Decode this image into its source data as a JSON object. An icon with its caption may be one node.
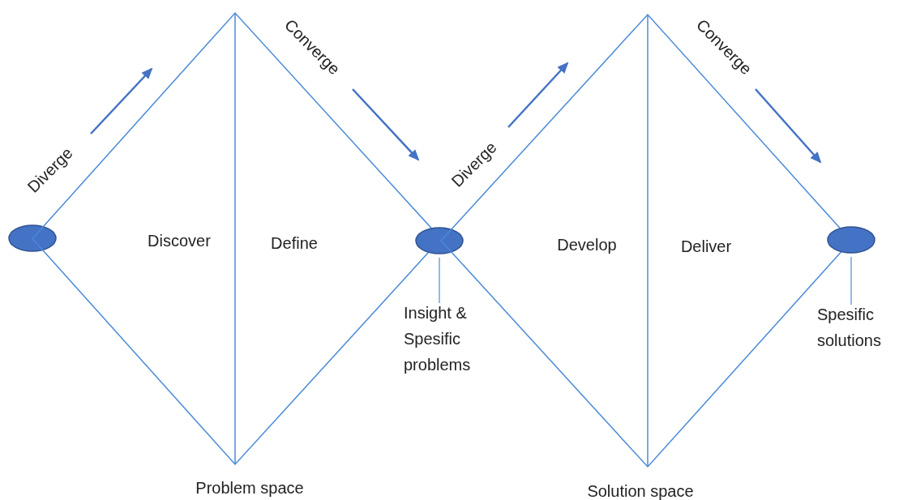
{
  "diagram": {
    "nodes": [
      {
        "text": [],
        "shape": "circle"
      },
      {
        "text": [
          "Discover",
          "Define"
        ],
        "beside": [
          "Problem space"
        ]
      },
      {
        "text": [],
        "shape": "circle"
      },
      {
        "text": [
          "Insight & Spesific problems"
        ]
      },
      {
        "text": [
          "Develop",
          "Deliver"
        ],
        "beside": [
          "Solution space"
        ]
      },
      {
        "text": [],
        "shape": "circle"
      },
      {
        "text": [
          "Spesific solutions"
        ]
      }
    ],
    "edges": [
      {
        "from": 3,
        "to": 2,
        "arrow": "none"
      },
      {
        "from": 6,
        "to": 5,
        "arrow": "none"
      }
    ],
    "labels": [
      "Diverge",
      "Converge",
      "Diverge",
      "Converge"
    ]
  }
}
